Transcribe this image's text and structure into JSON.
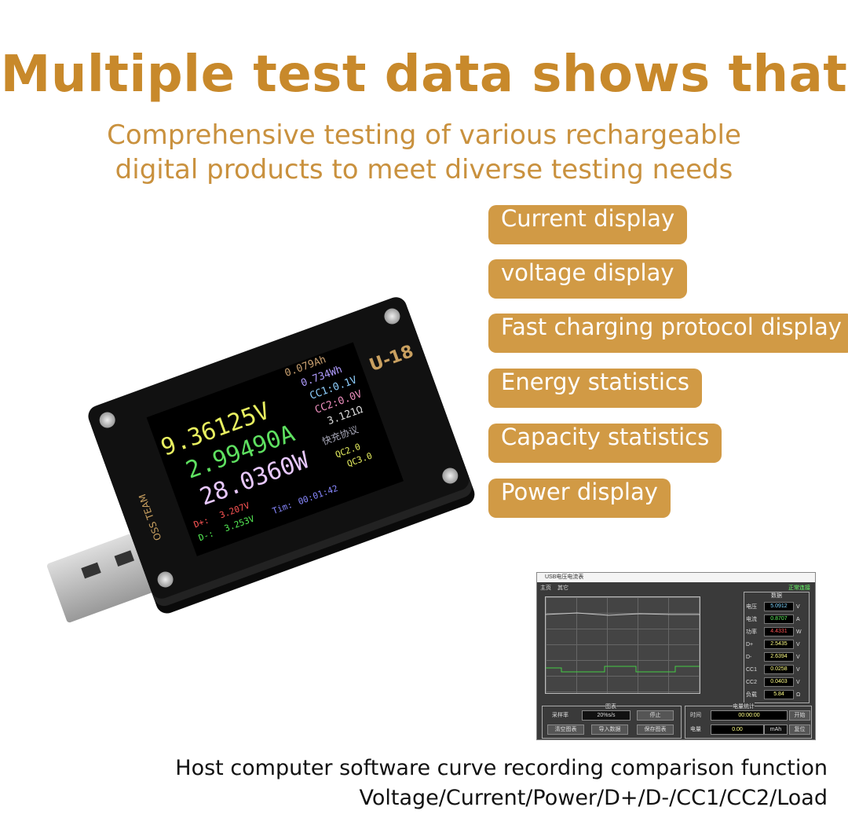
{
  "title": "Multiple test data shows that",
  "subtitle": [
    "Comprehensive testing of various rechargeable",
    "digital products to meet diverse testing needs"
  ],
  "features": [
    "Current display",
    "voltage display",
    "Fast charging protocol display",
    "Energy statistics",
    "Capacity statistics",
    "Power display"
  ],
  "device": {
    "logo": "U-18",
    "brand": "OSS TEAM",
    "voltage": "9.36125V",
    "current": "2.99490A",
    "power": "28.0360W",
    "capacity": "0.079Ah",
    "energy": "0.734Wh",
    "cc1": "CC1:0.1V",
    "cc2": "CC2:0.0V",
    "resistance": "3.121Ω",
    "protocol_label": "快充协议",
    "qc2": "QC2.0",
    "qc3": "QC3.0",
    "dplus_label": "D+:",
    "dplus": "3.207V",
    "dminus_label": "D-:",
    "dminus": "3.253V",
    "time_label": "Tim:",
    "time": "00:01:42"
  },
  "software": {
    "window_title": "USB电压电流表",
    "tabs": [
      "主页",
      "其它"
    ],
    "status": "正常连接",
    "panel_title": "数据",
    "readings": [
      {
        "k": "电压",
        "v": "5.0912",
        "u": "V",
        "c": "#7fd6ff"
      },
      {
        "k": "电流",
        "v": "0.8707",
        "u": "A",
        "c": "#6f6"
      },
      {
        "k": "功率",
        "v": "4.4331",
        "u": "W",
        "c": "#f55"
      },
      {
        "k": "D+",
        "v": "2.5435",
        "u": "V",
        "c": "#ff8"
      },
      {
        "k": "D-",
        "v": "2.6394",
        "u": "V",
        "c": "#ff8"
      },
      {
        "k": "CC1",
        "v": "0.0258",
        "u": "V",
        "c": "#ff8"
      },
      {
        "k": "CC2",
        "v": "0.0403",
        "u": "V",
        "c": "#ff8"
      },
      {
        "k": "负载",
        "v": "5.84",
        "u": "Ω",
        "c": "#ff8"
      }
    ],
    "chart_group": "图表",
    "rate_label": "采样率",
    "rate": "20%s/s",
    "stop": "停止",
    "clear": "清空图表",
    "import": "导入数据",
    "save": "保存图表",
    "energy_group": "电量统计",
    "time_label": "时间",
    "time": "00:00:00",
    "start": "开始",
    "amount_label": "电量",
    "amount": "0.00",
    "unit": "mAh",
    "reset": "复位"
  },
  "caption": [
    "Host computer software curve recording comparison function",
    "Voltage/Current/Power/D+/D-/CC1/CC2/Load"
  ],
  "colors": {
    "title": "#c8892b",
    "pill": "#d19a45"
  }
}
